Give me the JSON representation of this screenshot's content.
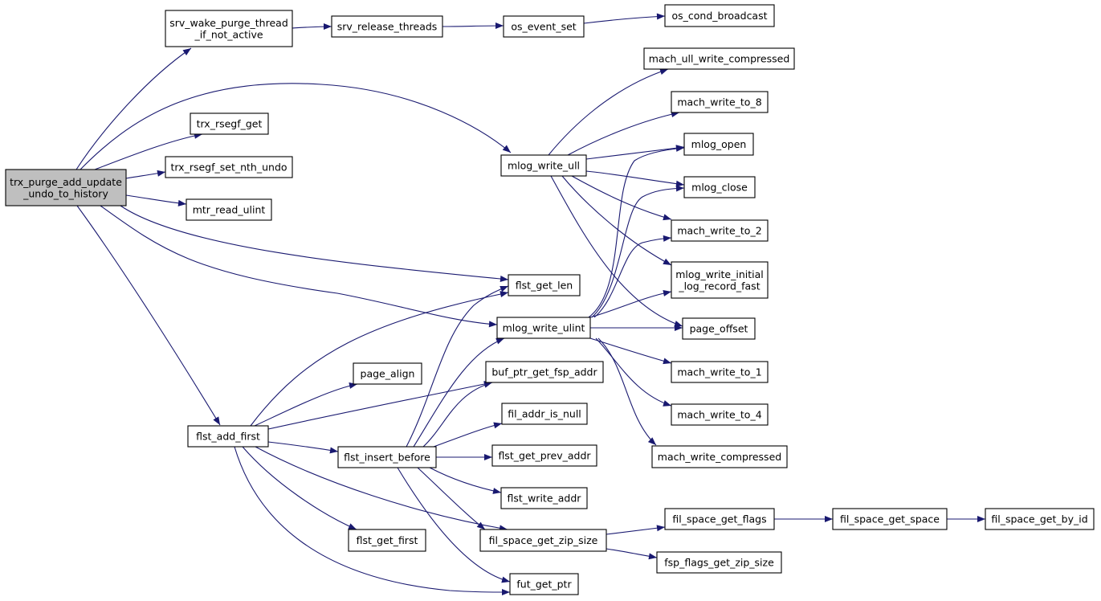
{
  "colors": {
    "edge": "#191970",
    "root_fill": "#bfbfbf",
    "node_fill": "#ffffff",
    "border": "#000000"
  },
  "nodes": [
    {
      "id": "root",
      "lines": [
        "trx_purge_add_update",
        "_undo_to_history"
      ],
      "root": true
    },
    {
      "id": "srv_wake",
      "lines": [
        "srv_wake_purge_thread",
        "_if_not_active"
      ]
    },
    {
      "id": "srv_release",
      "lines": [
        "srv_release_threads"
      ]
    },
    {
      "id": "os_event_set",
      "lines": [
        "os_event_set"
      ]
    },
    {
      "id": "os_cond",
      "lines": [
        "os_cond_broadcast"
      ]
    },
    {
      "id": "trx_rsegf_get",
      "lines": [
        "trx_rsegf_get"
      ]
    },
    {
      "id": "trx_rsegf_set",
      "lines": [
        "trx_rsegf_set_nth_undo"
      ]
    },
    {
      "id": "mtr_read_ulint",
      "lines": [
        "mtr_read_ulint"
      ]
    },
    {
      "id": "mlog_write_ull",
      "lines": [
        "mlog_write_ull"
      ]
    },
    {
      "id": "mach_ull_wc",
      "lines": [
        "mach_ull_write_compressed"
      ]
    },
    {
      "id": "mach_write_to_8",
      "lines": [
        "mach_write_to_8"
      ]
    },
    {
      "id": "mlog_open",
      "lines": [
        "mlog_open"
      ]
    },
    {
      "id": "mlog_close",
      "lines": [
        "mlog_close"
      ]
    },
    {
      "id": "mach_write_to_2",
      "lines": [
        "mach_write_to_2"
      ]
    },
    {
      "id": "mlog_wilrf",
      "lines": [
        "mlog_write_initial",
        "_log_record_fast"
      ]
    },
    {
      "id": "page_offset",
      "lines": [
        "page_offset"
      ]
    },
    {
      "id": "flst_get_len",
      "lines": [
        "flst_get_len"
      ]
    },
    {
      "id": "mlog_write_ulint",
      "lines": [
        "mlog_write_ulint"
      ]
    },
    {
      "id": "mach_write_to_1",
      "lines": [
        "mach_write_to_1"
      ]
    },
    {
      "id": "mach_write_to_4",
      "lines": [
        "mach_write_to_4"
      ]
    },
    {
      "id": "mach_write_compressed",
      "lines": [
        "mach_write_compressed"
      ]
    },
    {
      "id": "page_align",
      "lines": [
        "page_align"
      ]
    },
    {
      "id": "buf_ptr",
      "lines": [
        "buf_ptr_get_fsp_addr"
      ]
    },
    {
      "id": "flst_add_first",
      "lines": [
        "flst_add_first"
      ]
    },
    {
      "id": "flst_insert_before",
      "lines": [
        "flst_insert_before"
      ]
    },
    {
      "id": "fil_addr_is_null",
      "lines": [
        "fil_addr_is_null"
      ]
    },
    {
      "id": "flst_get_prev_addr",
      "lines": [
        "flst_get_prev_addr"
      ]
    },
    {
      "id": "flst_write_addr",
      "lines": [
        "flst_write_addr"
      ]
    },
    {
      "id": "fil_space_get_zip_size",
      "lines": [
        "fil_space_get_zip_size"
      ]
    },
    {
      "id": "fil_space_get_flags",
      "lines": [
        "fil_space_get_flags"
      ]
    },
    {
      "id": "fil_space_get_space",
      "lines": [
        "fil_space_get_space"
      ]
    },
    {
      "id": "fil_space_get_by_id",
      "lines": [
        "fil_space_get_by_id"
      ]
    },
    {
      "id": "flst_get_first",
      "lines": [
        "flst_get_first"
      ]
    },
    {
      "id": "fsp_flags_gzs",
      "lines": [
        "fsp_flags_get_zip_size"
      ]
    },
    {
      "id": "fut_get_ptr",
      "lines": [
        "fut_get_ptr"
      ]
    }
  ],
  "edges": [
    [
      "root",
      "srv_wake"
    ],
    [
      "root",
      "mlog_write_ull"
    ],
    [
      "root",
      "trx_rsegf_get"
    ],
    [
      "root",
      "trx_rsegf_set"
    ],
    [
      "root",
      "mtr_read_ulint"
    ],
    [
      "root",
      "flst_get_len"
    ],
    [
      "root",
      "mlog_write_ulint"
    ],
    [
      "root",
      "flst_add_first"
    ],
    [
      "srv_wake",
      "srv_release"
    ],
    [
      "srv_release",
      "os_event_set"
    ],
    [
      "os_event_set",
      "os_cond"
    ],
    [
      "mlog_write_ull",
      "mach_ull_wc"
    ],
    [
      "mlog_write_ull",
      "mach_write_to_8"
    ],
    [
      "mlog_write_ull",
      "mlog_open"
    ],
    [
      "mlog_write_ull",
      "mlog_close"
    ],
    [
      "mlog_write_ull",
      "mach_write_to_2"
    ],
    [
      "mlog_write_ull",
      "mlog_wilrf"
    ],
    [
      "mlog_write_ull",
      "page_offset"
    ],
    [
      "mlog_write_ulint",
      "mlog_open"
    ],
    [
      "mlog_write_ulint",
      "mlog_close"
    ],
    [
      "mlog_write_ulint",
      "mach_write_to_2"
    ],
    [
      "mlog_write_ulint",
      "mlog_wilrf"
    ],
    [
      "mlog_write_ulint",
      "page_offset"
    ],
    [
      "mlog_write_ulint",
      "mach_write_to_1"
    ],
    [
      "mlog_write_ulint",
      "mach_write_to_4"
    ],
    [
      "mlog_write_ulint",
      "mach_write_compressed"
    ],
    [
      "flst_add_first",
      "flst_get_len"
    ],
    [
      "flst_add_first",
      "page_align"
    ],
    [
      "flst_add_first",
      "buf_ptr"
    ],
    [
      "flst_add_first",
      "flst_insert_before"
    ],
    [
      "flst_add_first",
      "fil_space_get_zip_size"
    ],
    [
      "flst_add_first",
      "flst_get_first"
    ],
    [
      "flst_add_first",
      "fut_get_ptr"
    ],
    [
      "flst_insert_before",
      "flst_get_len"
    ],
    [
      "flst_insert_before",
      "mlog_write_ulint"
    ],
    [
      "flst_insert_before",
      "buf_ptr"
    ],
    [
      "flst_insert_before",
      "fil_addr_is_null"
    ],
    [
      "flst_insert_before",
      "flst_get_prev_addr"
    ],
    [
      "flst_insert_before",
      "flst_write_addr"
    ],
    [
      "flst_insert_before",
      "fil_space_get_zip_size"
    ],
    [
      "flst_insert_before",
      "fut_get_ptr"
    ],
    [
      "fil_space_get_zip_size",
      "fil_space_get_flags"
    ],
    [
      "fil_space_get_zip_size",
      "fsp_flags_gzs"
    ],
    [
      "fil_space_get_flags",
      "fil_space_get_space"
    ],
    [
      "fil_space_get_space",
      "fil_space_get_by_id"
    ]
  ]
}
